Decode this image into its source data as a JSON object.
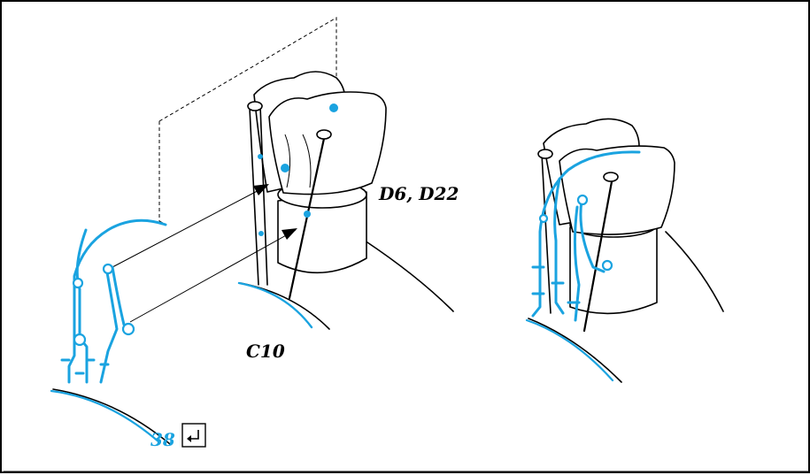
{
  "labels": {
    "seal_ref": "D6, D22",
    "pillar_ref": "C10",
    "step_number": "38"
  },
  "icons": {
    "step_icon": "return-arrow-icon"
  },
  "colors": {
    "accent": "#1aa3e0",
    "ink": "#000000"
  }
}
